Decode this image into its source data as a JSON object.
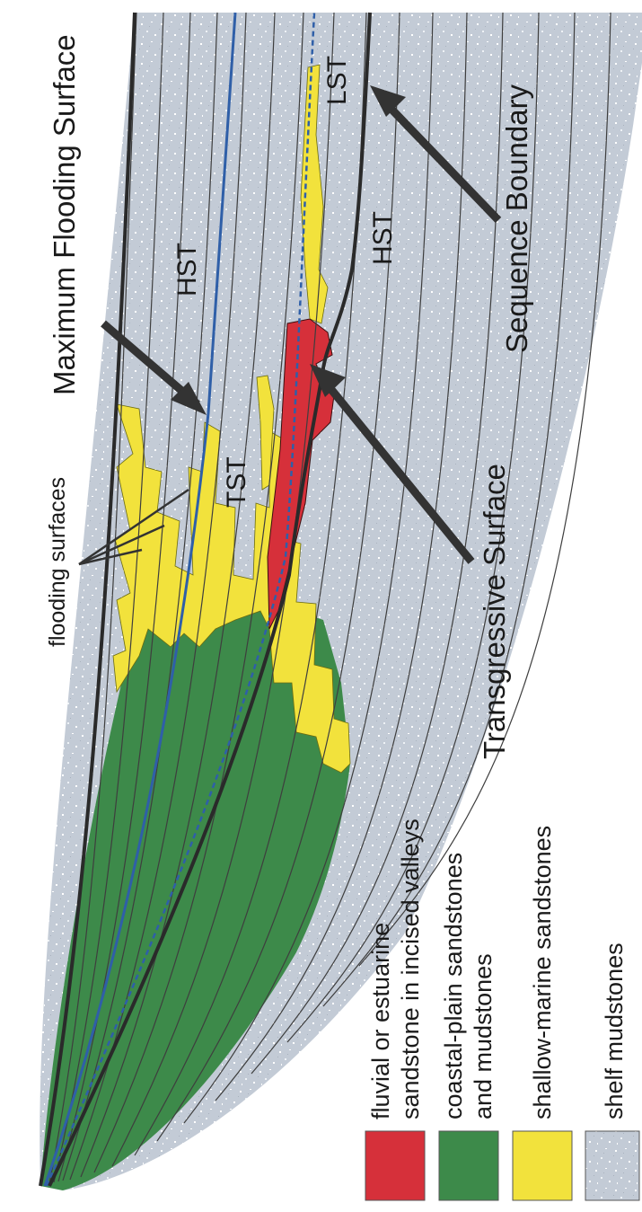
{
  "labels": {
    "maximum_flooding_surface": "Maximum Flooding Surface",
    "sequence_boundary": "Sequence Boundary",
    "transgressive_surface": "Transgressive Surface",
    "flooding_surfaces": "flooding surfaces",
    "hst_upper": "HST",
    "hst_lower": "HST",
    "tst": "TST",
    "lst": "LST"
  },
  "legend": [
    {
      "lines": [
        "fluvial or estuarine",
        "sandstone in incised valleys"
      ],
      "color": "#d6303a"
    },
    {
      "lines": [
        "coastal-plain sandstones",
        "and mudstones"
      ],
      "color": "#3d8a4a"
    },
    {
      "lines": [
        "shallow-marine sandstones"
      ],
      "color": "#f2e23c"
    },
    {
      "lines": [
        "shelf mudstones"
      ],
      "color": "#c3cbd6"
    }
  ],
  "colors": {
    "shelf": "#c3cbd6",
    "coastal": "#3d8a4a",
    "shallow": "#f2e23c",
    "incised": "#d6303a",
    "blue_surface": "#2f5fa8",
    "dark_line": "#2a2a2a"
  }
}
